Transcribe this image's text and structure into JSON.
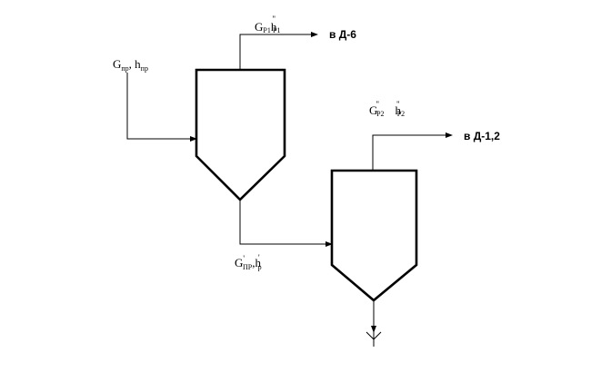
{
  "diagram": {
    "inlet_label": {
      "main": "G",
      "sub": "пр",
      "sep": ", ",
      "main2": "h",
      "sub2": "пр"
    },
    "separator1_top_label": {
      "main": "G",
      "sub": "Р1",
      "main2": "h",
      "sup2": "\"",
      "sub2": "Р1"
    },
    "separator1_top_destination": "в Д-6",
    "separator1_bottom_label": {
      "main": "G",
      "sup": "'",
      "sub": "ПР",
      "sep": ",",
      "main2": "h",
      "sup2": "'",
      "sub2": "р"
    },
    "separator2_top_label": {
      "main": "G",
      "sup": "\"",
      "sub": "Р2",
      "main2": "h",
      "sup2": "\"",
      "sub2": "Р2"
    },
    "separator2_top_destination": "в Д-1,2",
    "colors": {
      "line": "#000000",
      "background": "#ffffff"
    }
  }
}
